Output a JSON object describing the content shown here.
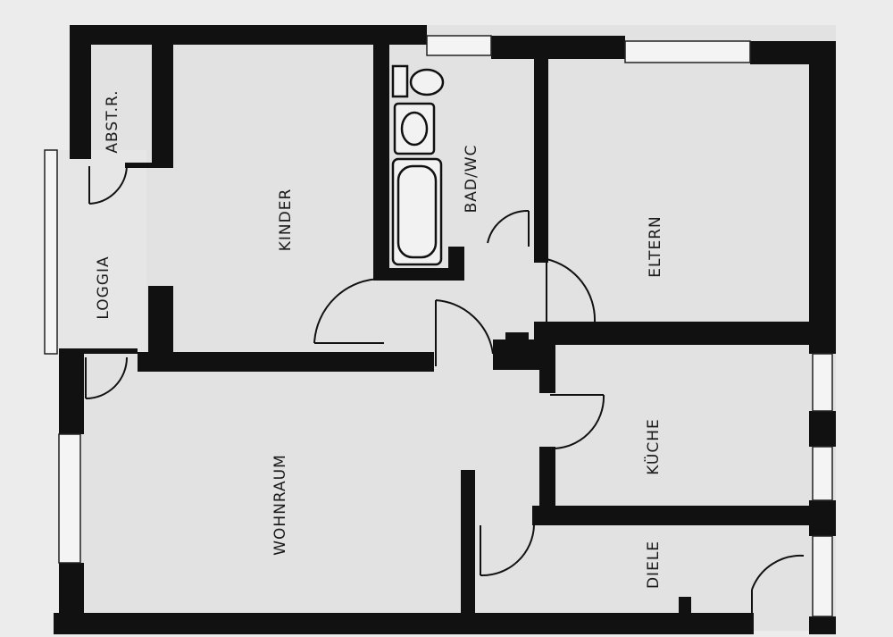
{
  "rooms": {
    "abstellraum": "ABST.R.",
    "kinder": "KINDER",
    "bad_wc": "BAD/WC",
    "eltern": "ELTERN",
    "loggia": "LOGGIA",
    "wohnraum": "WOHNRAUM",
    "kueche": "KÜCHE",
    "diele": "DIELE"
  },
  "colors": {
    "wall": "#111111",
    "floor": "#e3e3e3",
    "paper": "#ececec"
  }
}
